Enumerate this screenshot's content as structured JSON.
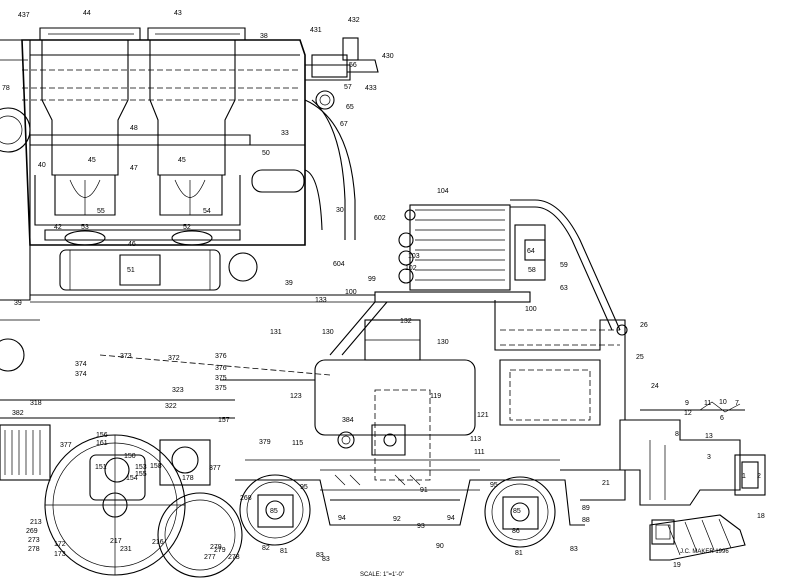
{
  "drawing": {
    "scale_caption": "SCALE: 1\"=1'-0\"",
    "maker_caption": "J.C. MAKER 1996",
    "labels": [
      "437",
      "44",
      "43",
      "38",
      "431",
      "432",
      "430",
      "56",
      "57",
      "433",
      "65",
      "67",
      "78",
      "40",
      "48",
      "45",
      "45",
      "47",
      "55",
      "54",
      "50",
      "33",
      "30",
      "602",
      "604",
      "104",
      "103",
      "102",
      "64",
      "58",
      "59",
      "63",
      "42",
      "53",
      "52",
      "46",
      "51",
      "39",
      "39",
      "133",
      "99",
      "100",
      "100",
      "26",
      "25",
      "24",
      "131",
      "130",
      "130",
      "132",
      "373",
      "372",
      "376",
      "376",
      "375",
      "375",
      "374",
      "374",
      "323",
      "322",
      "318",
      "157",
      "123",
      "119",
      "121",
      "113",
      "111",
      "384",
      "115",
      "379",
      "382",
      "377",
      "156",
      "161",
      "150",
      "153",
      "155",
      "154",
      "151",
      "377",
      "158",
      "178",
      "213",
      "269",
      "273",
      "278",
      "172",
      "173",
      "231",
      "217",
      "216",
      "279",
      "277",
      "278",
      "279",
      "95",
      "85",
      "82",
      "81",
      "83",
      "91",
      "92",
      "93",
      "94",
      "94",
      "95",
      "85",
      "86",
      "81",
      "89",
      "88",
      "83",
      "90",
      "21",
      "9",
      "11",
      "7",
      "8",
      "3",
      "2",
      "1",
      "18",
      "19",
      "268",
      "83",
      "12",
      "13",
      "6",
      "10"
    ]
  }
}
